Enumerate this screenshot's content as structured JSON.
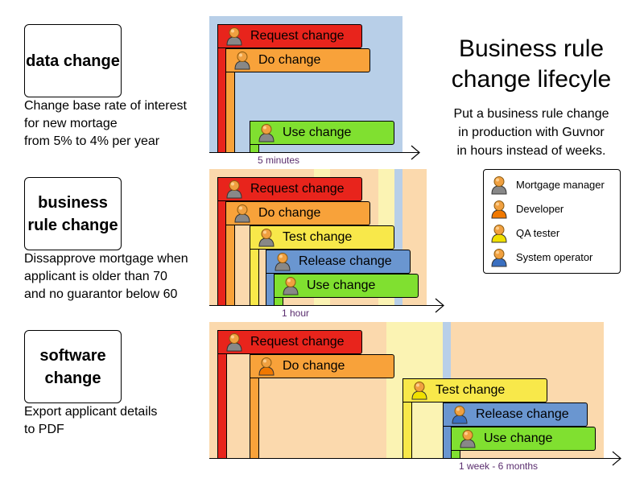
{
  "title": "Business rule\nchange lifecyle",
  "subtitle": "Put a business rule change\nin production with Guvnor\nin hours instead of weeks.",
  "legend": [
    {
      "label": "Mortgage manager",
      "role": "mortgage-manager",
      "color": "#888888"
    },
    {
      "label": "Developer",
      "role": "developer",
      "color": "#f07800"
    },
    {
      "label": "QA tester",
      "role": "qa-tester",
      "color": "#f0e000"
    },
    {
      "label": "System operator",
      "role": "system-operator",
      "color": "#3a6fc0"
    }
  ],
  "colors": {
    "request": "#e8241c",
    "do": "#f8a23a",
    "test": "#f8e84a",
    "release": "#6a96d0",
    "use": "#80e030",
    "band_blue": "#b8cfe8",
    "band_peach": "#fbd9ad",
    "band_yellow": "#fbf3b3",
    "axis_label": "#5a2d6e"
  },
  "rows": [
    {
      "label": "data\nchange",
      "description": "Change base rate of interest\nfor new mortage\nfrom 5% to 4% per year",
      "axis_label": "5 minutes",
      "steps": [
        {
          "label": "Request change",
          "kind": "request",
          "role": "mortgage-manager"
        },
        {
          "label": "Do change",
          "kind": "do",
          "role": "mortgage-manager"
        },
        {
          "label": "Use change",
          "kind": "use",
          "role": "mortgage-manager"
        }
      ]
    },
    {
      "label": "business\nrule\nchange",
      "description": "Dissapprove mortgage when\napplicant is older than 70\nand no guarantor below 60",
      "axis_label": "1 hour",
      "steps": [
        {
          "label": "Request change",
          "kind": "request",
          "role": "mortgage-manager"
        },
        {
          "label": "Do change",
          "kind": "do",
          "role": "mortgage-manager"
        },
        {
          "label": "Test change",
          "kind": "test",
          "role": "mortgage-manager"
        },
        {
          "label": "Release change",
          "kind": "release",
          "role": "mortgage-manager"
        },
        {
          "label": "Use change",
          "kind": "use",
          "role": "mortgage-manager"
        }
      ]
    },
    {
      "label": "software\nchange",
      "description": "Export applicant details\nto PDF",
      "axis_label": "1 week - 6 months",
      "steps": [
        {
          "label": "Request change",
          "kind": "request",
          "role": "mortgage-manager"
        },
        {
          "label": "Do change",
          "kind": "do",
          "role": "developer"
        },
        {
          "label": "Test change",
          "kind": "test",
          "role": "qa-tester"
        },
        {
          "label": "Release change",
          "kind": "release",
          "role": "system-operator"
        },
        {
          "label": "Use change",
          "kind": "use",
          "role": "mortgage-manager"
        }
      ]
    }
  ]
}
